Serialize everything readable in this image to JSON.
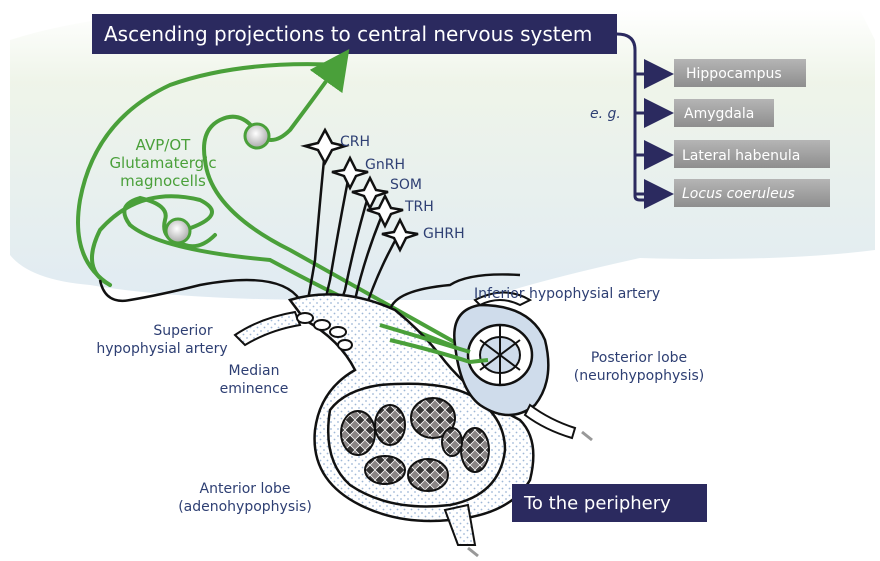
{
  "header": {
    "title": "Ascending projections to central nervous system"
  },
  "targets": {
    "prefix": "e. g.",
    "items": [
      {
        "label": "Hippocampus",
        "italic": false
      },
      {
        "label": "Amygdala",
        "italic": false
      },
      {
        "label": "Lateral habenula",
        "italic": false
      },
      {
        "label": "Locus coeruleus",
        "italic": true
      }
    ]
  },
  "neurons": {
    "magnocell_lines": [
      "AVP/OT",
      "Glutamatergic",
      "magnocells"
    ],
    "hormones": [
      "CRH",
      "GnRH",
      "SOM",
      "TRH",
      "GHRH"
    ]
  },
  "anatomy": {
    "inferior_artery": "Inferior hypophysial artery",
    "superior_artery_lines": [
      "Superior",
      "hypophysial artery"
    ],
    "median_eminence_lines": [
      "Median",
      "eminence"
    ],
    "posterior_lobe_lines": [
      "Posterior lobe",
      "(neurohypophysis)"
    ],
    "anterior_lobe_lines": [
      "Anterior lobe",
      "(adenohypophysis)"
    ]
  },
  "footer": {
    "periphery_label": "To the periphery"
  },
  "colors": {
    "navy": "#2b2a5f",
    "green": "#4aa03a",
    "label_blue": "#2e3f73",
    "gray_box": "#9a9a9a"
  }
}
